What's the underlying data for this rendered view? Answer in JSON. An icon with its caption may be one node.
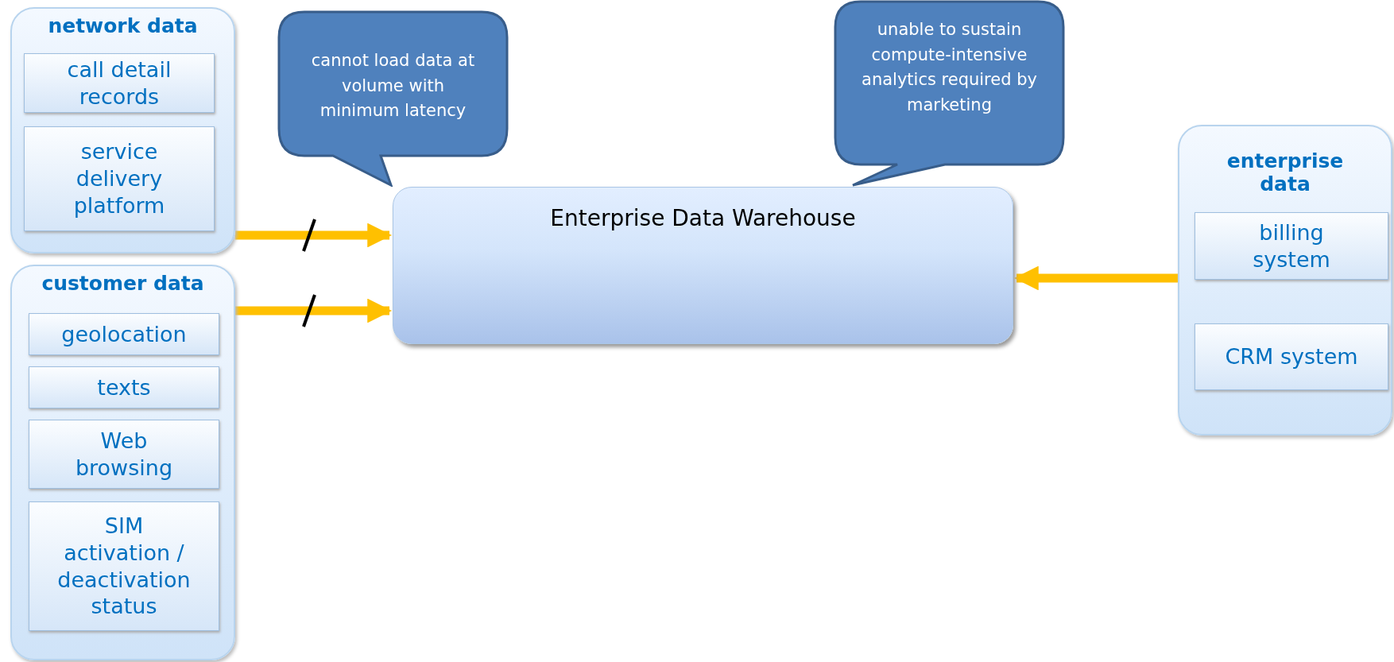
{
  "diagram": {
    "nodes": [
      {
        "text": [
          "network data"
        ]
      },
      {
        "text": [
          "call detail records"
        ],
        "in": 0
      },
      {
        "text": [
          "service delivery platform"
        ],
        "in": 0
      },
      {
        "text": [
          "customer data"
        ]
      },
      {
        "text": [
          "geolocation"
        ],
        "in": 3
      },
      {
        "text": [
          "texts"
        ],
        "in": 3
      },
      {
        "text": [
          "Web browsing"
        ],
        "in": 3
      },
      {
        "text": [
          "SIM activation / deactivation status"
        ],
        "in": 3
      },
      {
        "text": [
          "Enterprise Data Warehouse"
        ]
      },
      {
        "text": [
          "enterprise data"
        ]
      },
      {
        "text": [
          "billing system"
        ],
        "in": 9
      },
      {
        "text": [
          "CRM system"
        ],
        "in": 9
      },
      {
        "text": [
          "cannot load data at volume with minimum latency"
        ]
      },
      {
        "text": [
          "unable to sustain compute-intensive analytics  required by marketing"
        ]
      }
    ],
    "edges": [
      {
        "from": 0,
        "to": 8,
        "arrow": "to"
      },
      {
        "from": 3,
        "to": 8,
        "arrow": "to"
      },
      {
        "from": 9,
        "to": 8,
        "arrow": "to"
      }
    ]
  }
}
